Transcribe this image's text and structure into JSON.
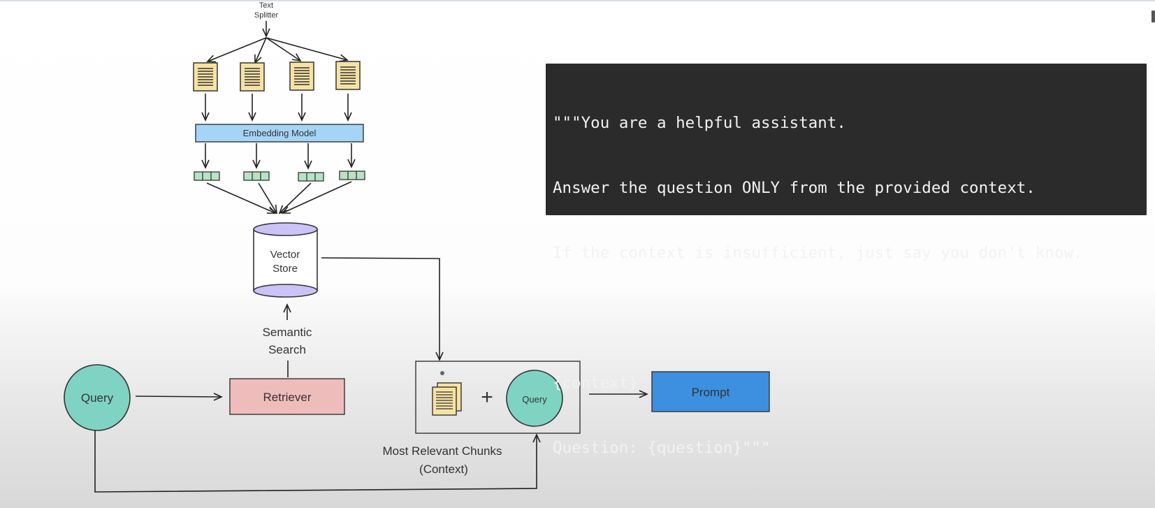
{
  "diagram": {
    "text_splitter": [
      "Text",
      "Splitter"
    ],
    "embedding_model": "Embedding Model",
    "vector_store": [
      "Vector",
      "Store"
    ],
    "semantic_search": [
      "Semantic",
      "Search"
    ],
    "query_left": "Query",
    "retriever": "Retriever",
    "query_combined": "Query",
    "plus": "+",
    "most_relevant": [
      "Most Relevant Chunks",
      "(Context)"
    ],
    "prompt": "Prompt"
  },
  "prompt_template": {
    "lines": [
      "\"\"\"You are a helpful assistant.",
      "Answer the question ONLY from the provided context.",
      "If the context is insufficient, just say you don't know.",
      "",
      "{context}",
      "Question: {question}\"\"\""
    ]
  },
  "colors": {
    "doc_fill": "#f6e3a3",
    "embedding_fill": "#a6d4f7",
    "vector_cell_fill": "#b8e3c3",
    "cylinder_cap": "#cbc3f7",
    "query_fill": "#7fd3c3",
    "retriever_fill": "#efbcbc",
    "prompt_fill": "#3d8fe0",
    "code_bg": "#2b2b2b"
  }
}
